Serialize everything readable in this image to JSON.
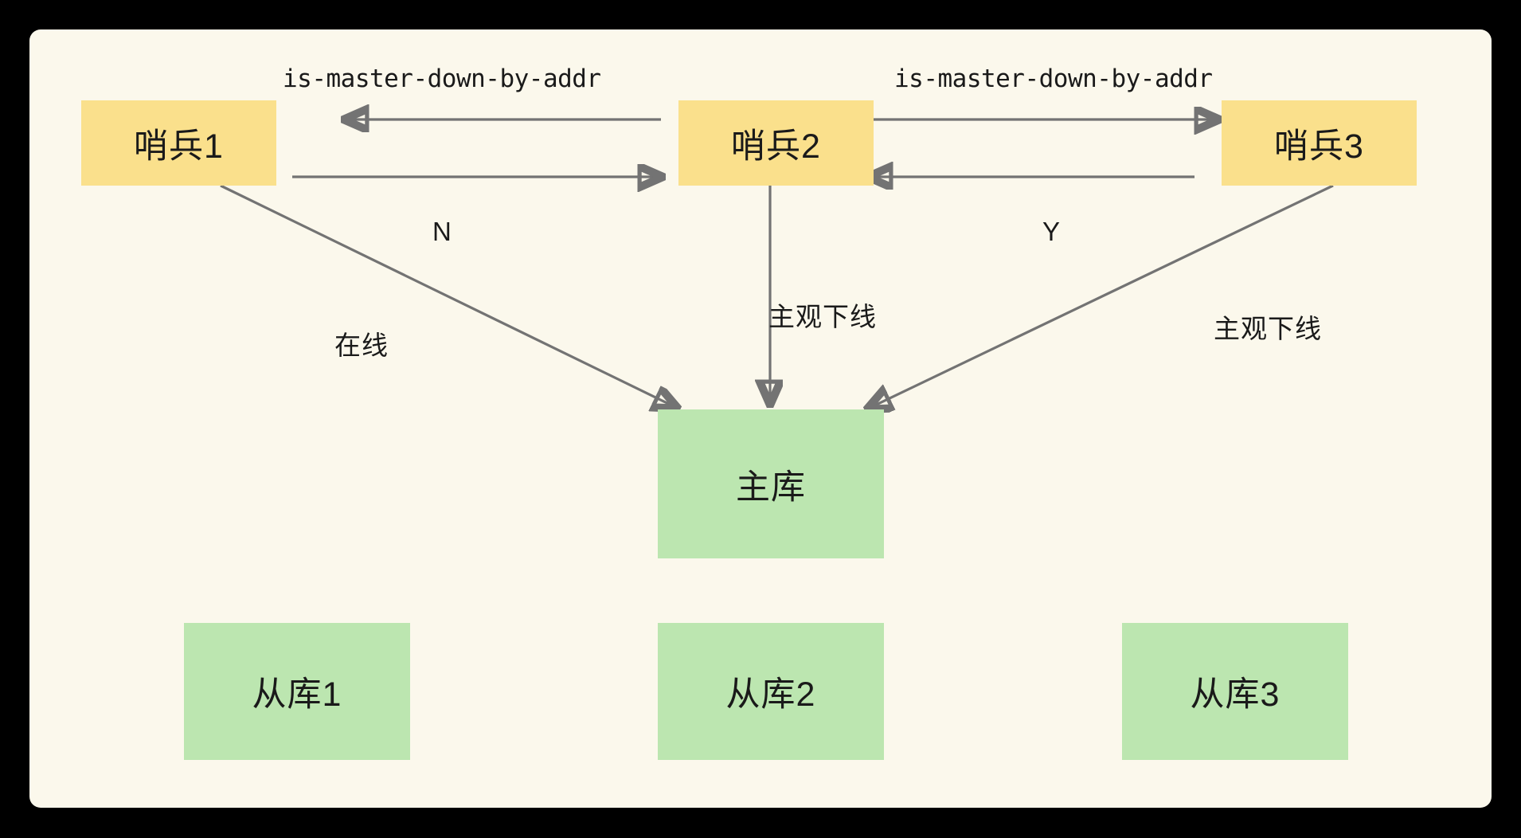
{
  "diagram": {
    "title": "Redis Sentinel subjective-down voting diagram",
    "canvas_bg": "#FBF8EC",
    "page_bg": "#000000",
    "sentinel_color": "#FAE08C",
    "db_color": "#BCE6B0",
    "edge_color": "#737373"
  },
  "nodes": {
    "sentinel1": "哨兵1",
    "sentinel2": "哨兵2",
    "sentinel3": "哨兵3",
    "master": "主库",
    "slave1": "从库1",
    "slave2": "从库2",
    "slave3": "从库3"
  },
  "edge_labels": {
    "cmd_left": "is-master-down-by-addr",
    "cmd_right": "is-master-down-by-addr",
    "vote_n": "N",
    "vote_y": "Y",
    "online": "在线",
    "sdown_center": "主观下线",
    "sdown_right": "主观下线"
  }
}
